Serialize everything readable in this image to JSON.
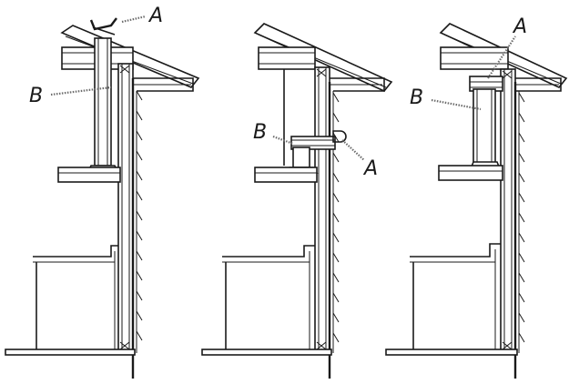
{
  "panels": [
    {
      "id": "left",
      "labels": [
        {
          "key": "label_a",
          "text": "A"
        },
        {
          "key": "label_b",
          "text": "B"
        }
      ]
    },
    {
      "id": "middle",
      "labels": [
        {
          "key": "label_b",
          "text": "B"
        },
        {
          "key": "label_a",
          "text": "A"
        }
      ]
    },
    {
      "id": "right",
      "labels": [
        {
          "key": "label_a",
          "text": "A"
        },
        {
          "key": "label_b",
          "text": "B"
        }
      ]
    }
  ],
  "colors": {
    "ink": "#1a1a1a",
    "leader": "#6b6b6b",
    "background": "#ffffff"
  }
}
